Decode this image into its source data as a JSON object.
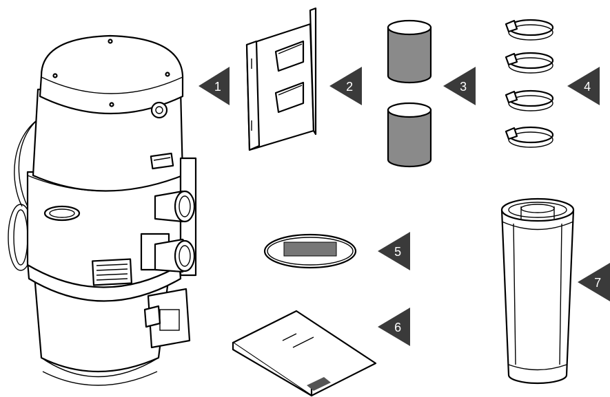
{
  "diagram": {
    "parts": [
      {
        "id": "central-vacuum-unit",
        "icon": "vacuum-unit-icon"
      },
      {
        "id": "mounting-bracket",
        "icon": "bracket-icon",
        "callout": "1"
      },
      {
        "id": "wall-plate",
        "icon": "wall-plate-icon",
        "callout": "2"
      },
      {
        "id": "rubber-couplings",
        "icon": "coupling-icon",
        "callout": "3"
      },
      {
        "id": "hose-clamps",
        "icon": "clamp-icon",
        "callout": "4"
      },
      {
        "id": "label-sticker",
        "icon": "label-icon",
        "callout": "5"
      },
      {
        "id": "manual",
        "icon": "manual-icon",
        "callout": "6"
      },
      {
        "id": "filter-cartridge",
        "icon": "filter-icon",
        "callout": "7"
      }
    ],
    "callouts": [
      "1",
      "2",
      "3",
      "4",
      "5",
      "6",
      "7"
    ],
    "colors": {
      "callout_fill": "#3a3a3a",
      "line": "#000000",
      "sleeve": "#8a8a8a",
      "label_bar": "#777777"
    }
  }
}
